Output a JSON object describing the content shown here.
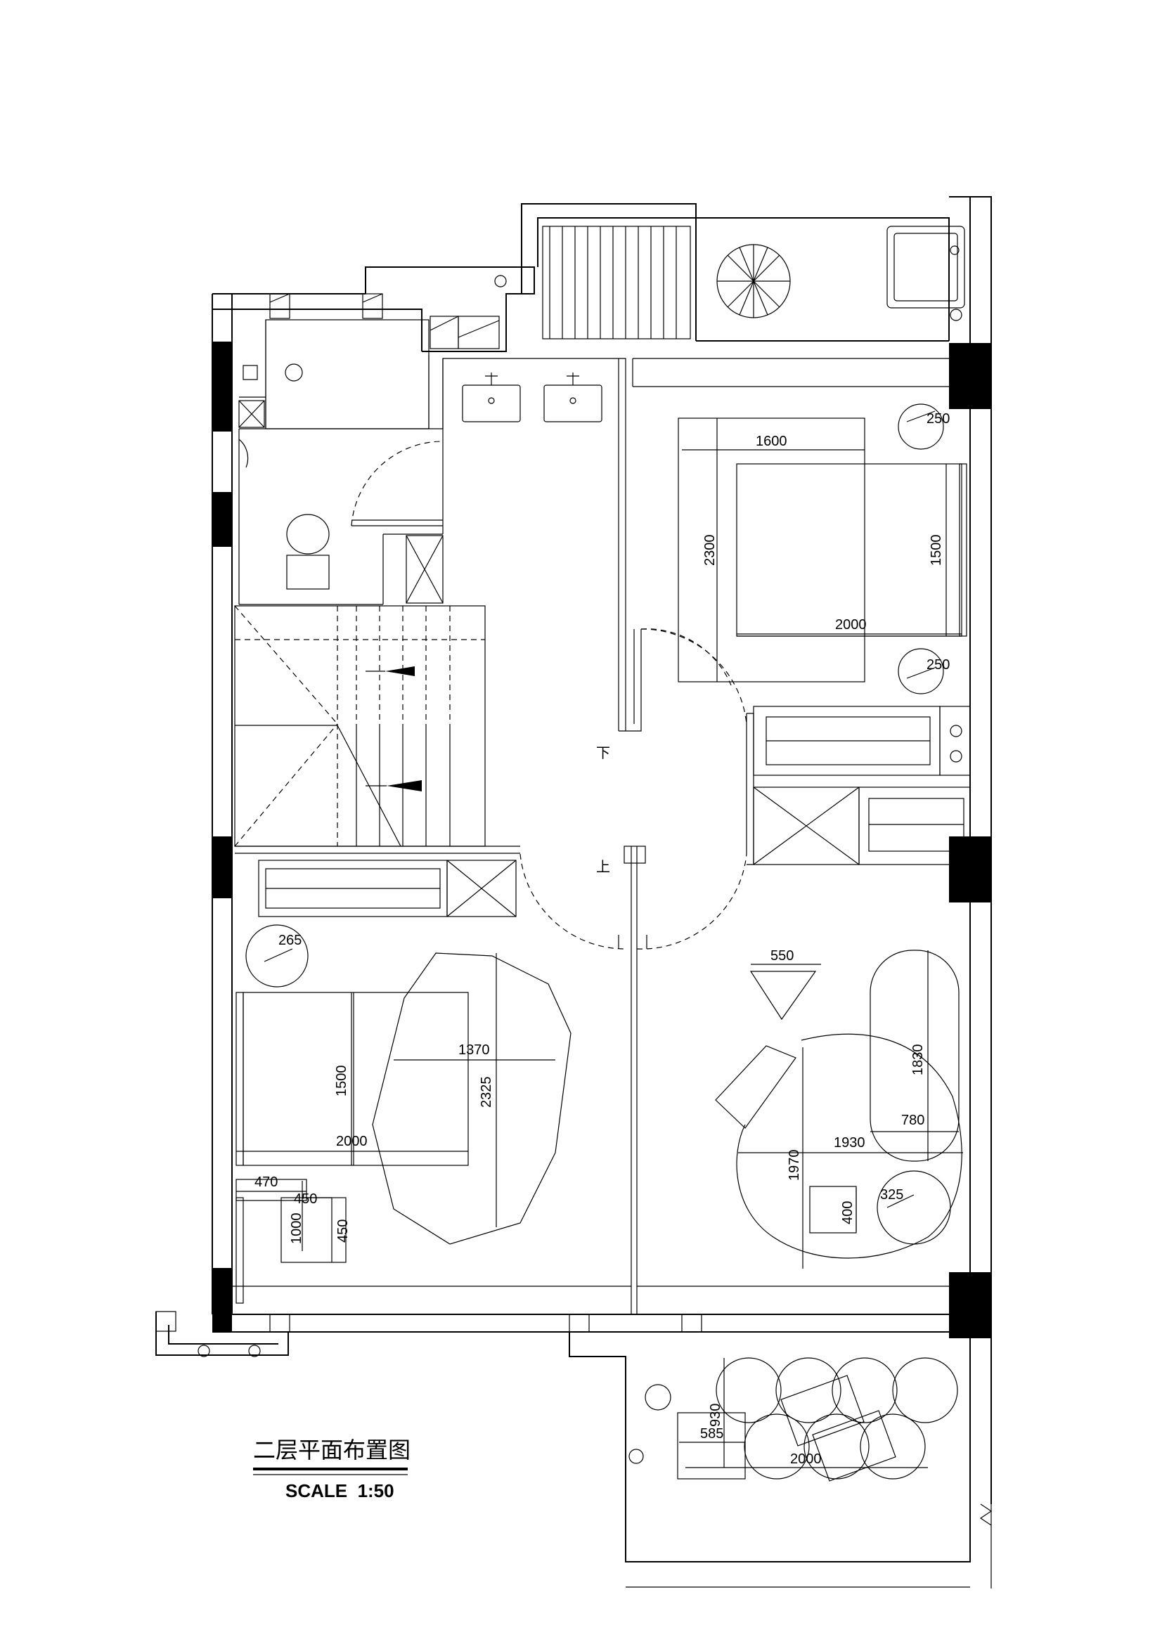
{
  "drawing": {
    "title": "二层平面布置图",
    "scale": "SCALE  1:50"
  },
  "labels": {
    "stair_down": "下",
    "stair_up": "上"
  },
  "dimensions": {
    "bed_top_width": "1600",
    "bed_top_length": "2300",
    "bed_top_mattress_w": "1500",
    "bed_top_mattress_l": "2000",
    "lamp_top_a": "250",
    "lamp_top_b": "250",
    "lamp_left": "265",
    "rug_left_w": "1370",
    "rug_left_l": "2325",
    "bed_left_w": "1500",
    "bed_left_l": "2000",
    "desk_w": "470",
    "desk_d": "450",
    "desk_l": "1000",
    "chair": "450",
    "lamp_right": "550",
    "bath_l": "1830",
    "bath_w": "780",
    "rug_round_w": "1930",
    "rug_round_l": "1970",
    "stool": "400",
    "round_table": "325",
    "balcony_d": "930",
    "balcony_table": "585",
    "balcony_w": "2000"
  }
}
